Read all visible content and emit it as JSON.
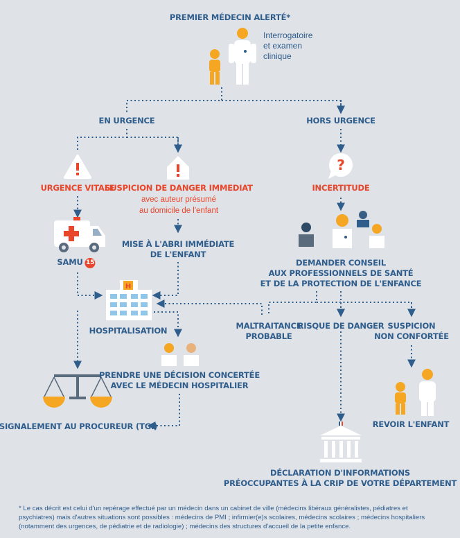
{
  "title": "PREMIER MÉDECIN ALERTÉ*",
  "intro_note": {
    "line1": "Interrogatoire",
    "line2": "et examen",
    "line3": "clinique"
  },
  "en_urgence": "EN URGENCE",
  "hors_urgence": "HORS URGENCE",
  "urgence_vitale": "URGENCE VITALE",
  "suspicion_danger": {
    "title": "SUSPICION DE DANGER IMMEDIAT",
    "line1": "avec auteur présumé",
    "line2": "au domicile de l'enfant"
  },
  "incertitude": "INCERTITUDE",
  "mise_abri": {
    "line1": "MISE À L'ABRI IMMÉDIATE",
    "line2": "DE L'ENFANT"
  },
  "samu": {
    "label": "SAMU",
    "number": "15"
  },
  "demander_conseil": {
    "line1": "DEMANDER CONSEIL",
    "line2": "AUX PROFESSIONNELS DE SANTÉ",
    "line3": "ET DE LA PROTECTION DE L'ENFANCE"
  },
  "hospitalisation": "HOSPITALISATION",
  "maltraitance": {
    "line1": "MALTRAITANCE",
    "line2": "PROBABLE"
  },
  "risque_danger": "RISQUE DE DANGER",
  "suspicion_non": {
    "line1": "SUSPICION",
    "line2": "NON CONFORTÉE"
  },
  "decision": {
    "line1": "PRENDRE UNE DÉCISION CONCERTÉE",
    "line2": "AVEC LE MÉDECIN HOSPITALIER"
  },
  "signalement": "SIGNALEMENT AU PROCUREUR (TGI)",
  "revoir": "REVOIR L'ENFANT",
  "declaration": {
    "line1": "DÉCLARATION D'INFORMATIONS",
    "line2": "PRÉOCCUPANTES À LA CRIP DE VOTRE DÉPARTEMENT"
  },
  "hospital_sign": "H",
  "footnote": "* Le cas décrit est celui d'un repérage effectué par un médecin dans un cabinet de ville (médecins libéraux généralistes, pédiatres et psychiatres) mais d'autres situations sont possibles : médecins de PMI ; infirmier(e)s scolaires, médecins scolaires ; médecins hospitaliers (notamment des urgences, de pédiatrie et de radiologie) ; médecins des structures d'accueil de la petite enfance.",
  "colors": {
    "background": "#dfe2e7",
    "blue": "#2f5d8c",
    "red": "#e8452a",
    "orange": "#f5a623",
    "ambulance_red": "#e8452a"
  },
  "icons": [
    "doctor-icon",
    "child-icon",
    "warning-icon",
    "house-warning-icon",
    "question-bubble-icon",
    "ambulance-icon",
    "hospital-icon",
    "professionals-group-icon",
    "scales-icon",
    "courthouse-icon"
  ]
}
